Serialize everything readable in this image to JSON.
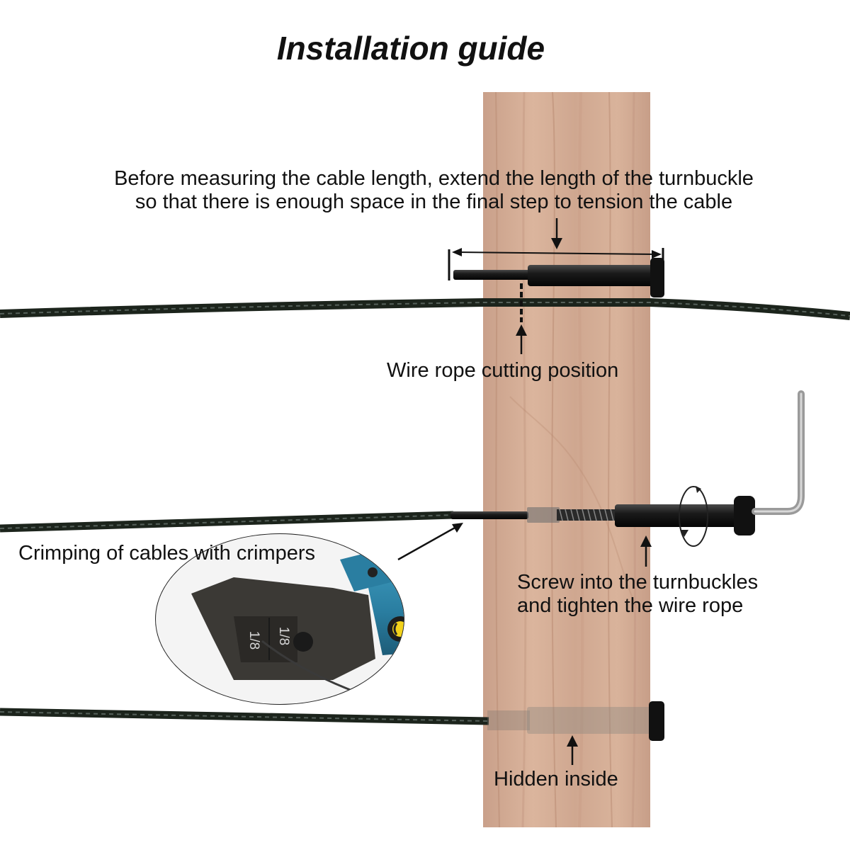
{
  "title": "Installation guide",
  "notes": {
    "measure_line1": "Before measuring the cable length, extend the length of the turnbuckle",
    "measure_line2": "so that there is enough space in the final step to tension the cable",
    "cut_position": "Wire rope cutting position",
    "crimping": "Crimping of cables with crimpers",
    "screw_line1": "Screw into the turnbuckles",
    "screw_line2": "and tighten the wire rope",
    "hidden": "Hidden inside"
  },
  "crimper_die_labels": [
    "1/8",
    "1/8"
  ],
  "colors": {
    "post_wood": "#d4ac93",
    "cable": "#1c241c",
    "fitting": "#141414",
    "crimper_handle": "#2a7ea1",
    "crimper_head": "#3b3935",
    "text": "#111111"
  },
  "icons": [
    "allen-key-icon",
    "rotation-arrow-icon",
    "crimper-tool-icon"
  ]
}
